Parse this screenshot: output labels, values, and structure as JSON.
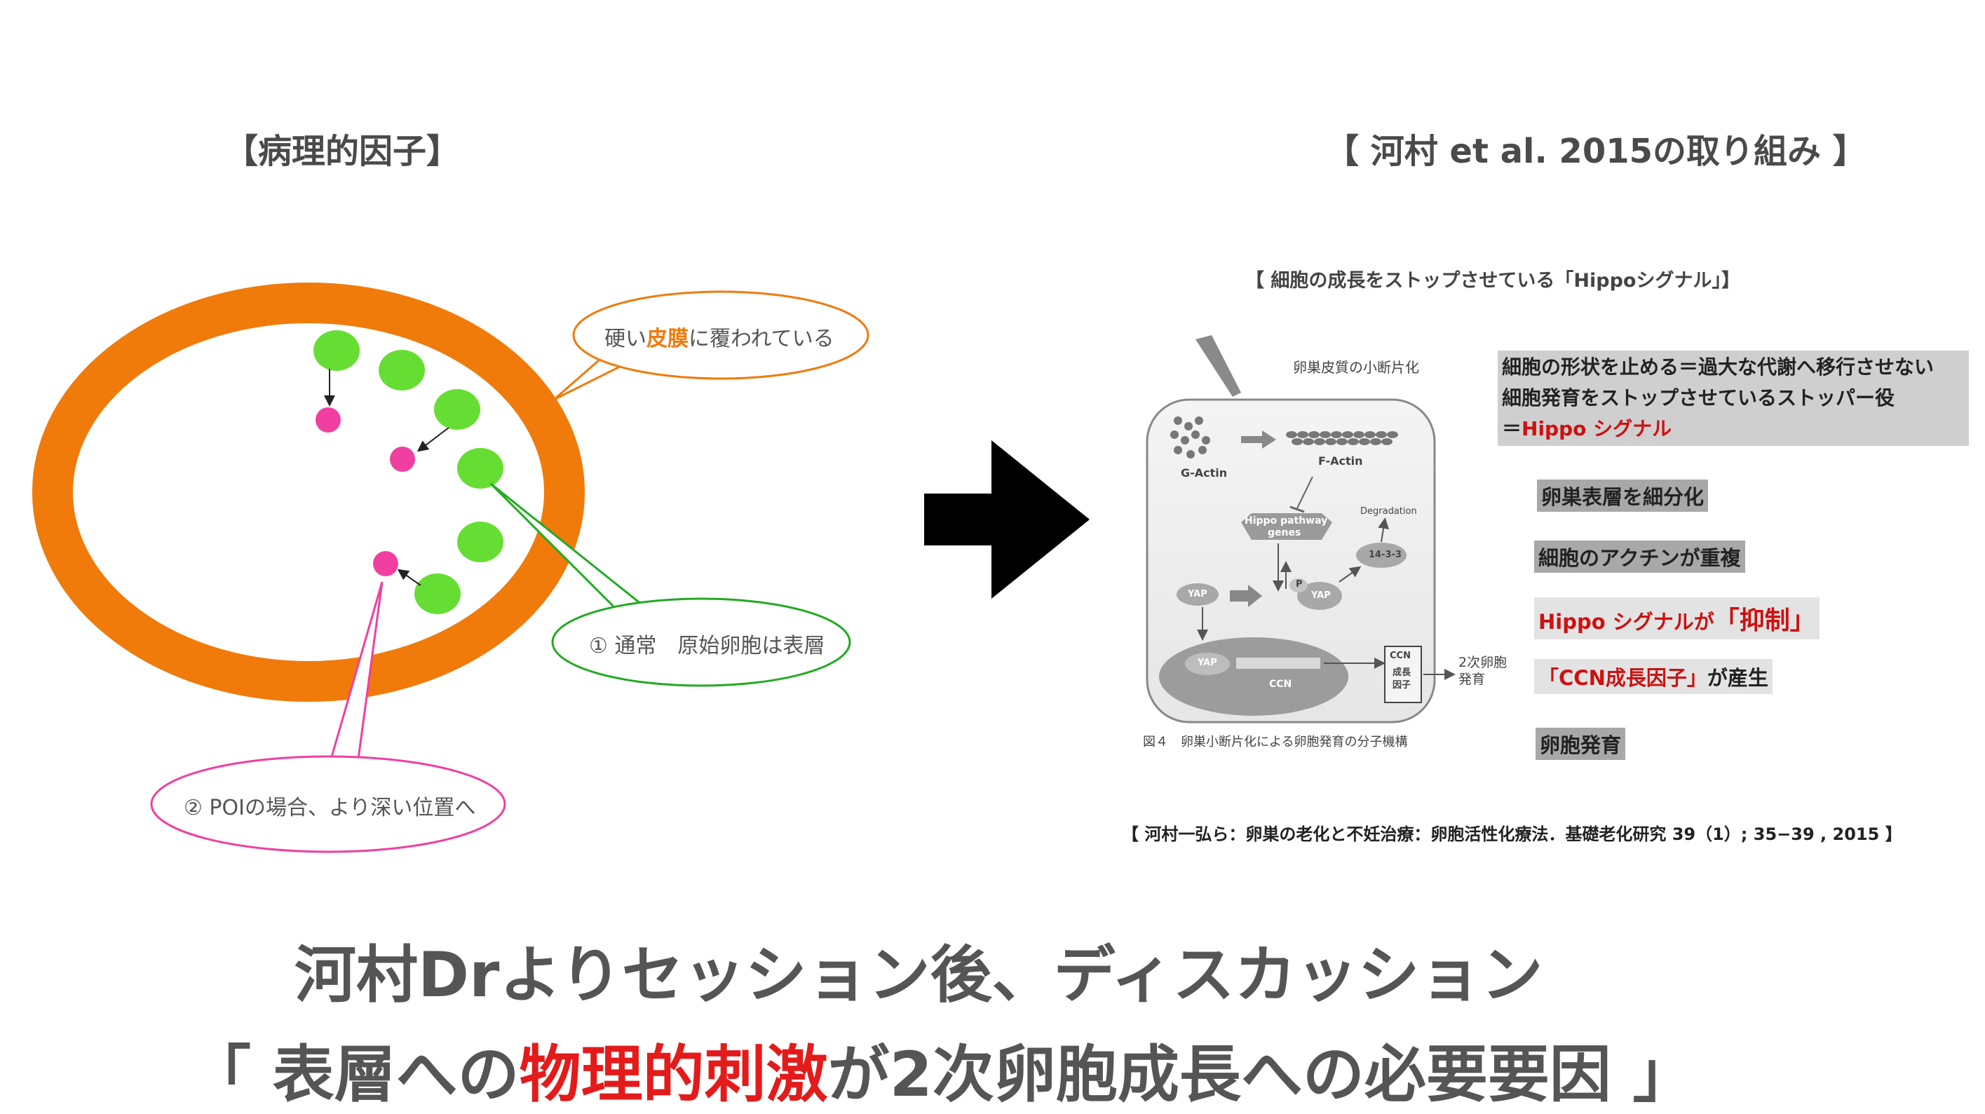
{
  "left": {
    "heading": "【病理的因子】",
    "bubble_top": {
      "prefix": "硬い",
      "highlight": "皮膜",
      "suffix": "に覆われている"
    },
    "bubble_normal": "① 通常　原始卵胞は表層",
    "bubble_poi": "② POIの場合、より深い位置へ",
    "colors": {
      "ring": "#f07a0a",
      "follicle": "#66dd33",
      "deep_follicle": "#f03fa0"
    }
  },
  "right": {
    "heading": "【 河村 et al. 2015の取り組み 】",
    "figure_title": "【 細胞の成長をストップさせている「Hippoシグナル」】",
    "figure": {
      "top_label": "卵巣皮質の小断片化",
      "g_actin": "G-Actin",
      "f_actin": "F-Actin",
      "hippo_genes_1": "Hippo pathway",
      "hippo_genes_2": "genes",
      "degradation": "Degradation",
      "protein_1433": "14-3-3",
      "yap": "YAP",
      "p": "P",
      "yap_p": "YAP",
      "yap_nucleus": "YAP",
      "ccn": "CCN",
      "ccn_box_1": "CCN",
      "ccn_box_2": "成長",
      "ccn_box_3": "因子",
      "output_1": "2次卵胞",
      "output_2": "発育",
      "caption": "図４　卵巣小断片化による卵胞発育の分子機構"
    },
    "gray_box": {
      "line1": "細胞の形状を止める＝過大な代謝へ移行させない",
      "line2": "細胞発育をストップさせているストッパー役",
      "line3_prefix": "＝",
      "line3_red": "Hippo シグナル"
    },
    "steps": [
      "卵巣表層を細分化",
      "細胞のアクチンが重複"
    ],
    "hippo_suppress": {
      "prefix": "Hippo シグナルが",
      "strong": "「抑制」"
    },
    "ccn_produce": {
      "prefix": "「CCN成長因子」",
      "suffix": "が産生"
    },
    "follicle_growth": "卵胞発育",
    "reference": "【 河村一弘ら：卵巣の老化と不妊治療：卵胞活性化療法．基礎老化研究 39（1）; 35−39 , 2015 】"
  },
  "bottom": {
    "line1": "河村Drよりセッション後、ディスカッション",
    "line2_prefix": "「 表層への",
    "line2_red": "物理的刺激",
    "line2_suffix": "が2次卵胞成長への必要要因 」"
  }
}
